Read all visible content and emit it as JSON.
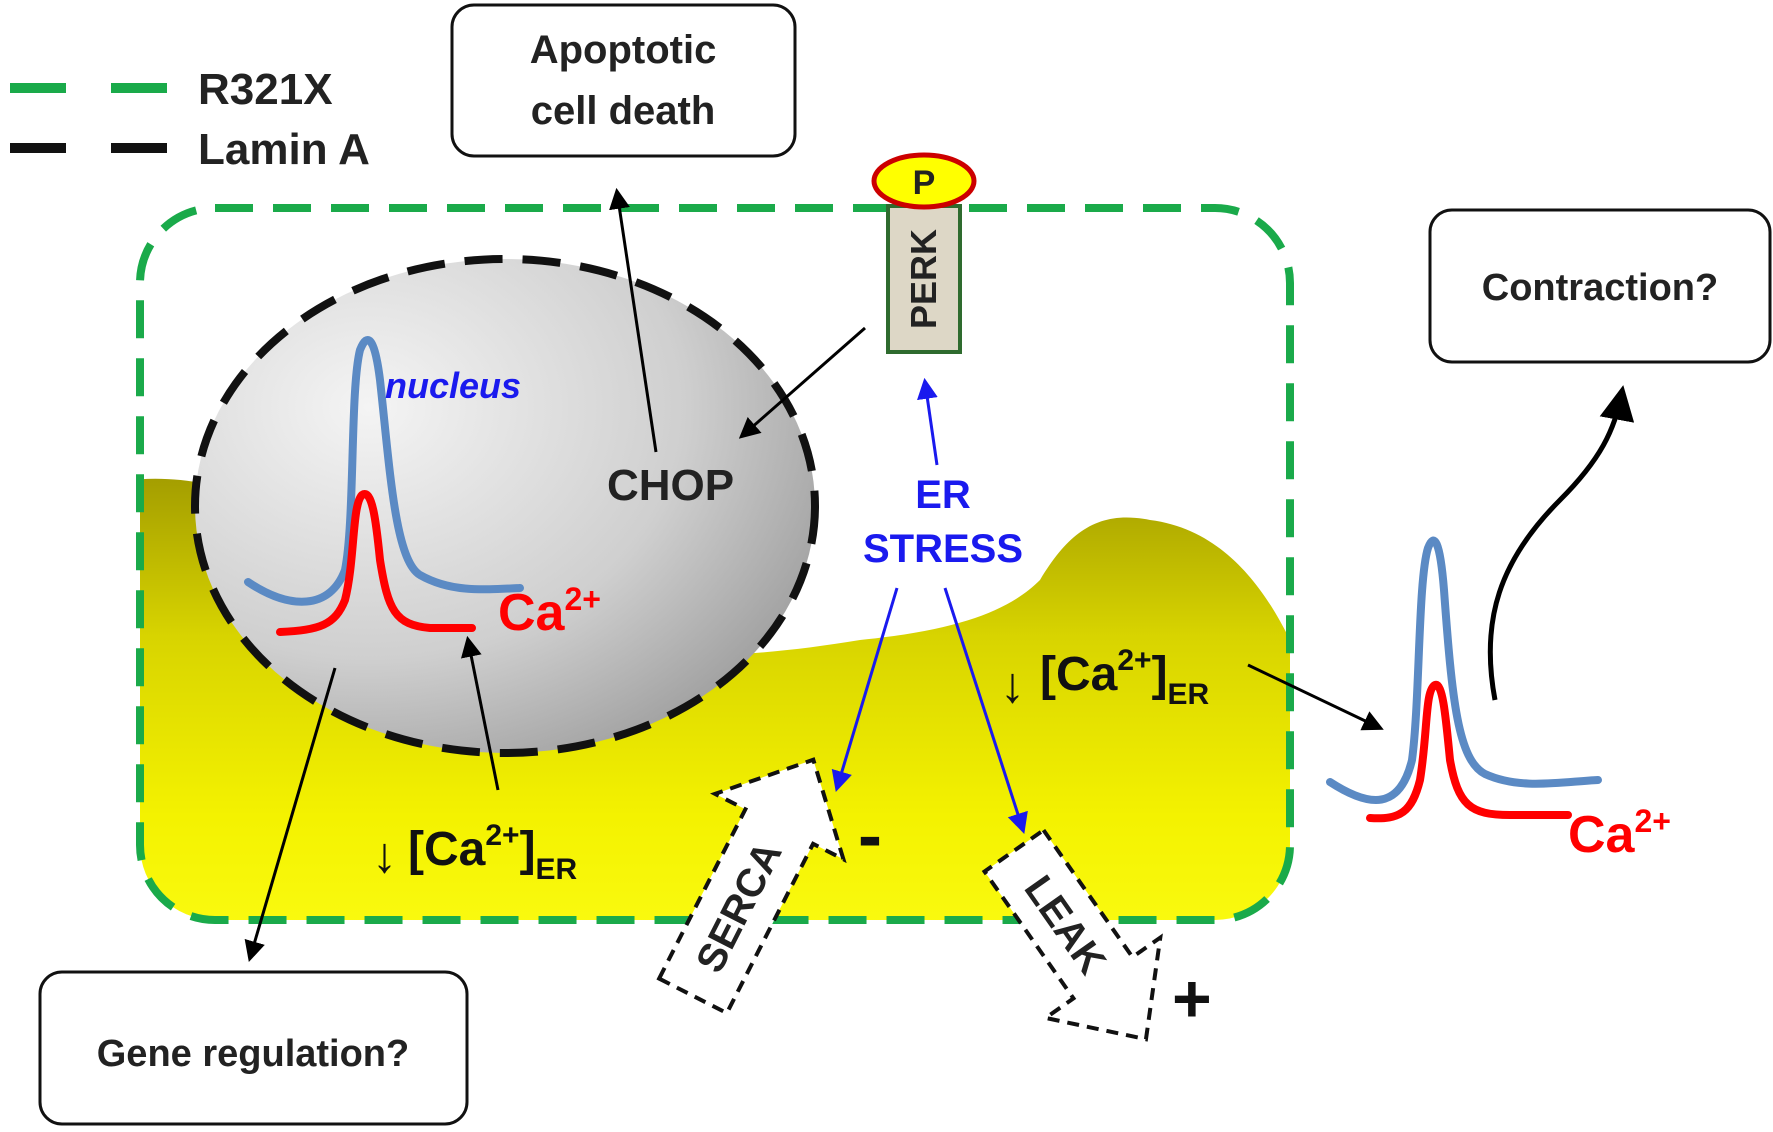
{
  "legend": {
    "r321x": "R321X",
    "lamin_a": "Lamin A",
    "r321x_color": "#1aaa4a",
    "lamin_color": "#111111"
  },
  "boxes": {
    "apoptotic_line1": "Apoptotic",
    "apoptotic_line2": "cell death",
    "contraction": "Contraction?",
    "gene_regulation": "Gene regulation?"
  },
  "nucleus": {
    "label": "nucleus",
    "chop": "CHOP"
  },
  "perk": {
    "label": "PERK",
    "phospho": "P"
  },
  "er_stress": {
    "line1": "ER",
    "line2": "STRESS"
  },
  "calcium": {
    "ca": "Ca",
    "ca_sup": "2+",
    "er_conc_bracket_open": "[Ca",
    "er_conc_bracket_close": "]",
    "er_sub": "ER"
  },
  "pumps": {
    "serca": "SERCA",
    "leak": "LEAK",
    "minus": "-",
    "plus": "+"
  },
  "colors": {
    "blue_trace": "#5b8ac4",
    "red_trace": "#ff0000",
    "er_stress_text": "#1a1aee",
    "er_fill_light": "#f4f200",
    "er_fill_dark": "#a09a00",
    "perk_fill": "#ddd7c6",
    "perk_border": "#2e6b2e",
    "phospho_fill": "#ffff00",
    "phospho_border": "#cc0000"
  }
}
